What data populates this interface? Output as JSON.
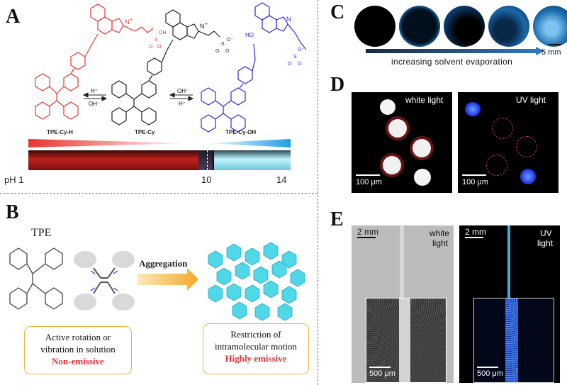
{
  "panels": {
    "a": "A",
    "b": "B",
    "c": "C",
    "d": "D",
    "e": "E"
  },
  "a": {
    "molecules": [
      "TPE-Cy-H",
      "TPE-Cy",
      "TPE-Cy-OH"
    ],
    "arrow_left_top": "H⁺",
    "arrow_left_bottom": "OH⁻",
    "arrow_right_top": "OH⁻",
    "arrow_right_bottom": "H⁺",
    "ph_start": "pH 1",
    "ph_mid": "10",
    "ph_end": "14",
    "colors": {
      "acid": "#e8352f",
      "neutral": "#222222",
      "base": "#2b2bd6"
    }
  },
  "b": {
    "title": "TPE",
    "arrow_label": "Aggregation",
    "left_box_line1": "Active rotation or",
    "left_box_line2": "vibration in solution",
    "left_box_emph": "Non-emissive",
    "right_box_line1": "Restriction of",
    "right_box_line2": "intramolecular motion",
    "right_box_emph": "Highly emissive",
    "colors": {
      "aggregate": "#4fd8e8",
      "emph": "#e0323a",
      "box_border": "#f1b33c"
    }
  },
  "c": {
    "caption": "increasing solvent evaporation",
    "scale": "5 mm"
  },
  "d": {
    "left_label": "white light",
    "right_label": "UV light",
    "left_scale": "100 μm",
    "right_scale": "100 μm"
  },
  "e": {
    "left_scale": "2 mm",
    "left_label_1": "white",
    "left_label_2": "light",
    "right_scale": "2 mm",
    "right_label_1": "UV",
    "right_label_2": "light",
    "left_inset_scale": "500 μm",
    "right_inset_scale": "500 μm"
  }
}
